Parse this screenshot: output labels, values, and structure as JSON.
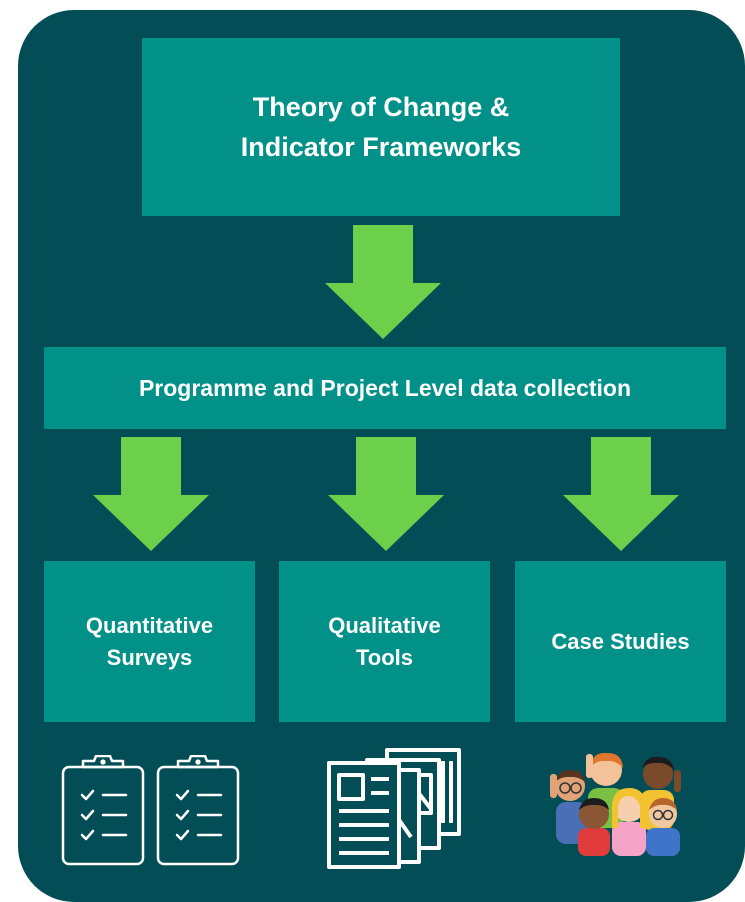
{
  "diagram": {
    "top_box": {
      "line1": "Theory of Change &",
      "line2": "Indicator Frameworks"
    },
    "middle_box": {
      "label": "Programme and Project Level data collection"
    },
    "boxes": [
      {
        "line1": "Quantitative",
        "line2": "Surveys",
        "icon": "clipboard-checklist-icon"
      },
      {
        "line1": "Qualitative",
        "line2": "Tools",
        "icon": "documents-stack-icon"
      },
      {
        "line1": "Case Studies",
        "line2": "",
        "icon": "children-group-icon"
      }
    ],
    "colors": {
      "background": "#024d56",
      "box": "#019189",
      "arrow": "#6dd04a",
      "text": "#ffffff"
    }
  }
}
